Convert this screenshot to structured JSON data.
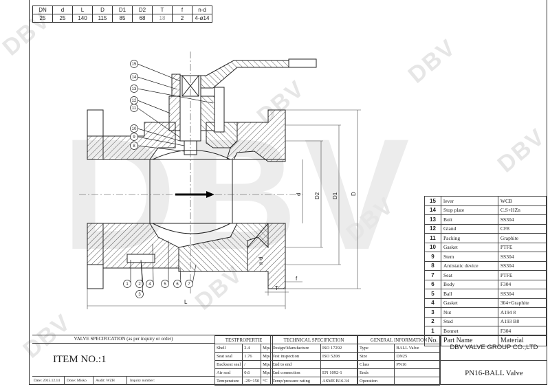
{
  "watermark": "DBV",
  "dimension_table": {
    "headers": [
      "DN",
      "d",
      "L",
      "D",
      "D1",
      "D2",
      "T",
      "f",
      "n-d"
    ],
    "values": [
      "25",
      "25",
      "140",
      "115",
      "85",
      "68",
      "18",
      "2",
      "4-ø14"
    ]
  },
  "drawing": {
    "balloons_top": [
      "15",
      "14",
      "13",
      "12",
      "11",
      "10",
      "9",
      "8"
    ],
    "balloons_bottom": [
      "1",
      "2",
      "3",
      "4",
      "5",
      "6",
      "7"
    ],
    "dim_labels": {
      "d": "d",
      "D2": "D2",
      "D1": "D1",
      "D": "D",
      "L": "L",
      "T": "T",
      "f": "f",
      "nd": "n-d"
    }
  },
  "parts": {
    "rows": [
      {
        "no": "15",
        "name": "lever",
        "material": "WCB"
      },
      {
        "no": "14",
        "name": "Stop plate",
        "material": "C.S+HZn"
      },
      {
        "no": "13",
        "name": "Bolt",
        "material": "SS304"
      },
      {
        "no": "12",
        "name": "Gland",
        "material": "CF8"
      },
      {
        "no": "11",
        "name": "Packing",
        "material": "Graphite"
      },
      {
        "no": "10",
        "name": "Gasket",
        "material": "PTFE"
      },
      {
        "no": "9",
        "name": "Stem",
        "material": "SS304"
      },
      {
        "no": "8",
        "name": "Antistatic device",
        "material": "SS304"
      },
      {
        "no": "7",
        "name": "Seat",
        "material": "PTFE"
      },
      {
        "no": "6",
        "name": "Body",
        "material": "F304"
      },
      {
        "no": "5",
        "name": "Ball",
        "material": "SS304"
      },
      {
        "no": "4",
        "name": "Gasket",
        "material": "304+Graphite"
      },
      {
        "no": "3",
        "name": "Nut",
        "material": "A194 8"
      },
      {
        "no": "2",
        "name": "Stud",
        "material": "A193 B8"
      },
      {
        "no": "1",
        "name": "Bonnet",
        "material": "F304"
      }
    ],
    "header": {
      "no": "No.",
      "name": "Part Name",
      "material": "Material"
    }
  },
  "title_block": {
    "spec_title": "VALVE SPECIFICATION (as per inquiry or order)",
    "item_no": "ITEM NO.:1",
    "date": "Date: 2015.12.14",
    "done": "Done: Misko",
    "audit": "Audit: WZH",
    "inquiry": "Inquiry number:",
    "test_title": "TESTPROPERTIE",
    "test_rows": [
      {
        "label": "Shell",
        "value": "2.4",
        "unit": "Mpa"
      },
      {
        "label": "Seat seal",
        "value": "1.76",
        "unit": "Mpa"
      },
      {
        "label": "Backseat seal",
        "value": "/",
        "unit": "Mpa"
      },
      {
        "label": "Air seal",
        "value": "0.6",
        "unit": "Mpa"
      },
      {
        "label": "Temperature",
        "value": "-29~150",
        "unit": "°C"
      }
    ],
    "tech_title": "TECHNICAL SPECIFICTION",
    "tech_rows": [
      {
        "label": "Design/Manufacture",
        "value": "ISO 17292"
      },
      {
        "label": "Test inspection",
        "value": "ISO 5208"
      },
      {
        "label": "End to end",
        "value": ""
      },
      {
        "label": "End connection",
        "value": "EN 1092-1"
      },
      {
        "label": "Temp/pressure rating",
        "value": "ASME B16.34"
      }
    ],
    "gen_title": "GENERAL INFORMATION",
    "gen_rows": [
      {
        "label": "Type",
        "value": "BALL Valve"
      },
      {
        "label": "Size",
        "value": "DN25"
      },
      {
        "label": "Class",
        "value": "PN16"
      },
      {
        "label": "Ends",
        "value": ""
      },
      {
        "label": "Operation",
        "value": ""
      }
    ],
    "company": "DBV VALVE GROUP CO.,LTD",
    "product": "PN16-BALL Valve"
  }
}
